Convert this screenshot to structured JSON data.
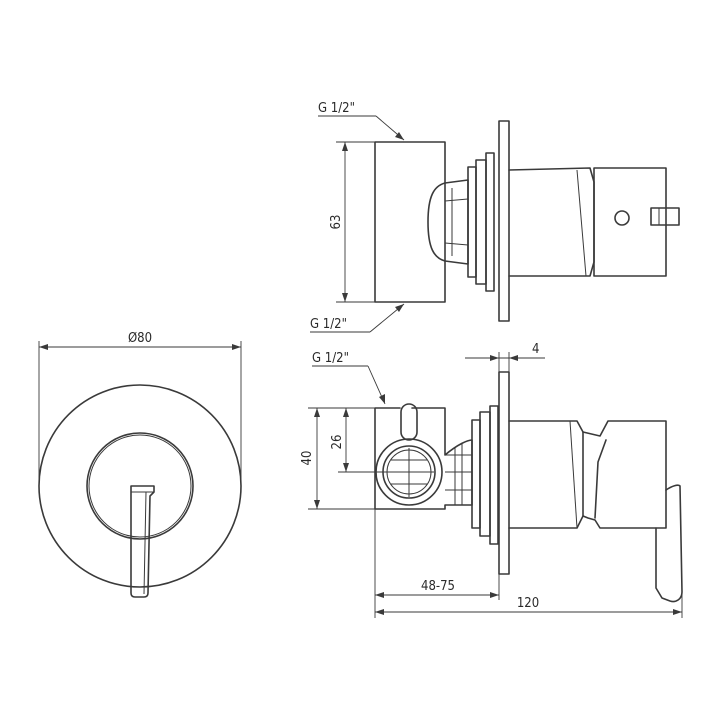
{
  "dimensions": {
    "diameter": "Ø80",
    "top_connection_upper": "G 1/2\"",
    "top_height": "63",
    "top_connection_lower": "G 1/2\"",
    "side_connection": "G 1/2\"",
    "flange_thickness": "4",
    "body_height": "40",
    "outlet_height": "26",
    "install_depth": "48-75",
    "total_length": "120"
  },
  "colors": {
    "line": "#3a3a3a",
    "text": "#2a2a2a",
    "background": "#ffffff"
  }
}
